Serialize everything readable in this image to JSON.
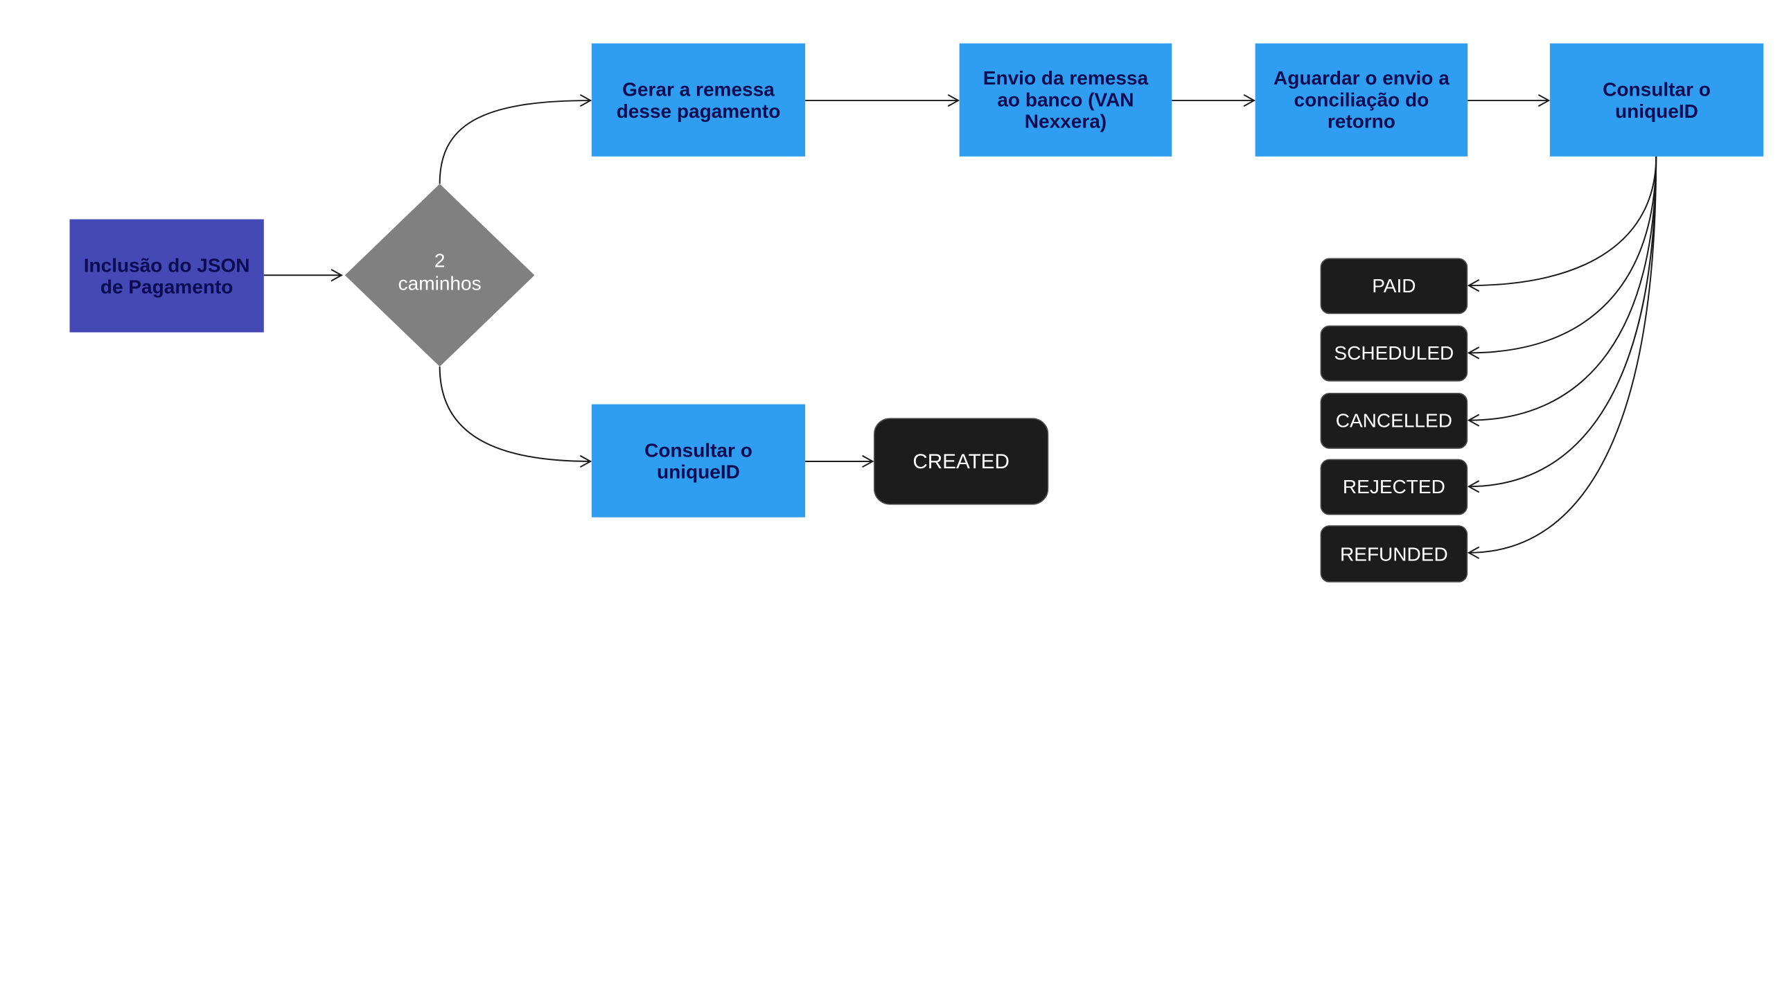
{
  "nodes": {
    "start": {
      "label": "Inclusão do JSON\nde Pagamento"
    },
    "decision": {
      "label": "2\ncaminhos"
    },
    "generate": {
      "label": "Gerar a remessa\ndesse pagamento"
    },
    "send": {
      "label": "Envio da remessa\nao banco (VAN\nNexxera)"
    },
    "await": {
      "label": "Aguardar o envio a\nconciliação do\nretorno"
    },
    "consult_top": {
      "label": "Consultar o\nuniqueID"
    },
    "consult_bottom": {
      "label": "Consultar o\nuniqueID"
    },
    "created": {
      "label": "CREATED"
    }
  },
  "statuses": [
    "PAID",
    "SCHEDULED",
    "CANCELLED",
    "REJECTED",
    "REFUNDED"
  ],
  "colors": {
    "process": "#2f9df0",
    "start": "#4449b5",
    "decision": "#808080",
    "status": "#1c1c1c",
    "node_text": "#0c0c52",
    "status_text": "#ffffff",
    "connector": "#1a1a1a"
  }
}
